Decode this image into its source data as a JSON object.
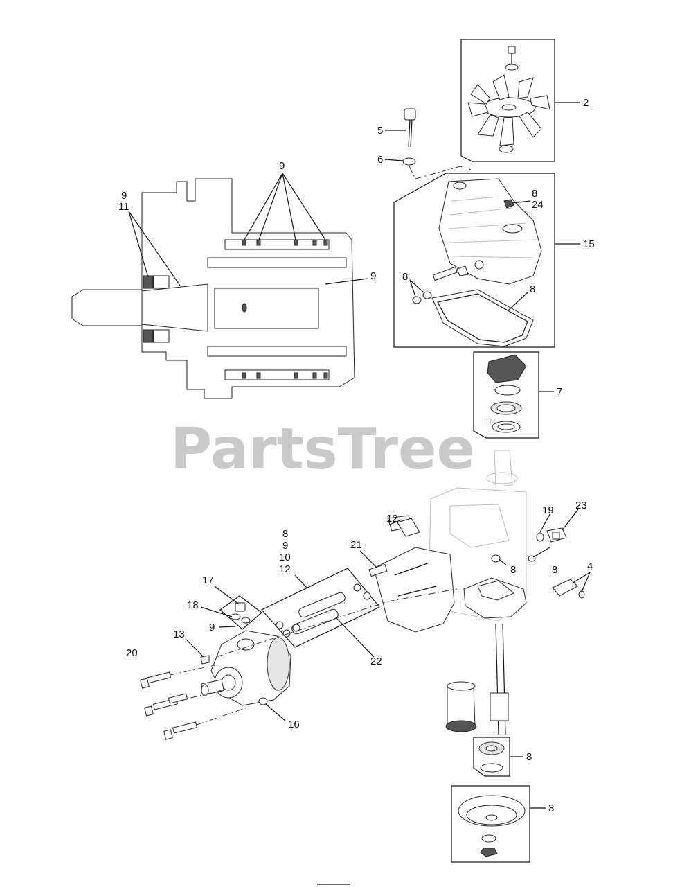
{
  "watermark": {
    "text": "PartsTree",
    "tm": "TM"
  },
  "callouts": [
    {
      "id": "c2",
      "text": "2"
    },
    {
      "id": "c5",
      "text": "5"
    },
    {
      "id": "c6",
      "text": "6"
    },
    {
      "id": "c9a",
      "text": "9"
    },
    {
      "id": "c9b",
      "text": "9"
    },
    {
      "id": "c11",
      "text": "11"
    },
    {
      "id": "c8a",
      "text": "8"
    },
    {
      "id": "c24",
      "text": "24"
    },
    {
      "id": "c15",
      "text": "15"
    },
    {
      "id": "c9c",
      "text": "9"
    },
    {
      "id": "c8b",
      "text": "8"
    },
    {
      "id": "c8c",
      "text": "8"
    },
    {
      "id": "c7",
      "text": "7"
    },
    {
      "id": "c23",
      "text": "23"
    },
    {
      "id": "c19",
      "text": "19"
    },
    {
      "id": "c12a",
      "text": "12"
    },
    {
      "id": "c8d",
      "text": "8"
    },
    {
      "id": "c9d",
      "text": "9"
    },
    {
      "id": "c10",
      "text": "10"
    },
    {
      "id": "c12b",
      "text": "12"
    },
    {
      "id": "c21",
      "text": "21"
    },
    {
      "id": "c8e",
      "text": "8"
    },
    {
      "id": "c8f",
      "text": "8"
    },
    {
      "id": "c4",
      "text": "4"
    },
    {
      "id": "c17",
      "text": "17"
    },
    {
      "id": "c18",
      "text": "18"
    },
    {
      "id": "c9e",
      "text": "9"
    },
    {
      "id": "c13",
      "text": "13"
    },
    {
      "id": "c20",
      "text": "20"
    },
    {
      "id": "c22",
      "text": "22"
    },
    {
      "id": "c16",
      "text": "16"
    },
    {
      "id": "c8g",
      "text": "8"
    },
    {
      "id": "c3",
      "text": "3"
    }
  ]
}
